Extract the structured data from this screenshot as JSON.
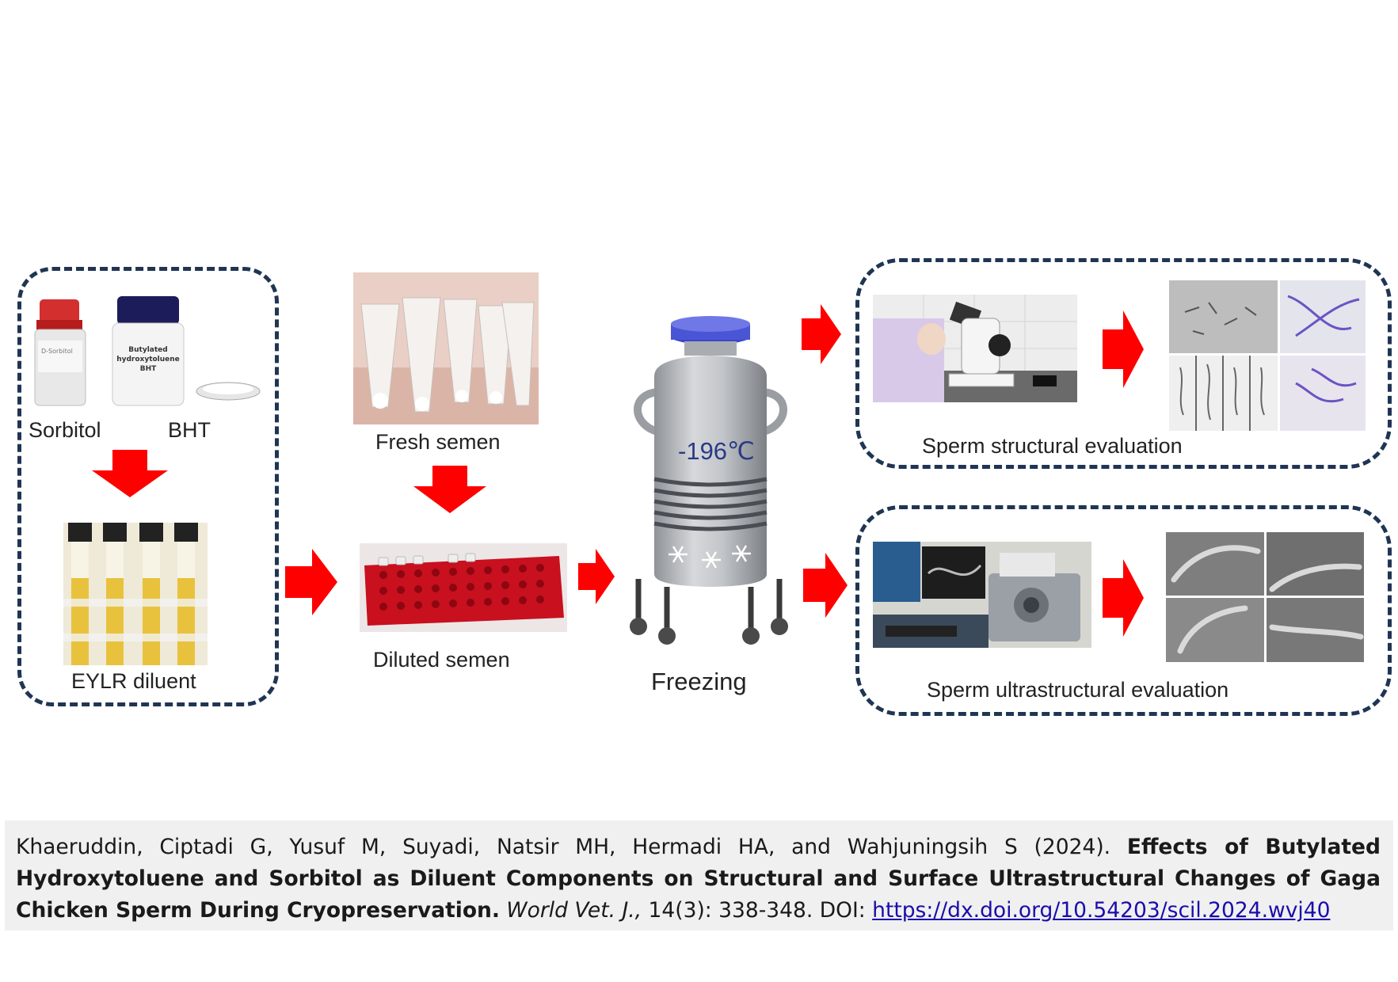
{
  "diagram": {
    "labels": {
      "sorbitol": "Sorbitol",
      "bht": "BHT",
      "eylr": "EYLR diluent",
      "fresh": "Fresh semen",
      "diluted": "Diluted semen",
      "freezing": "Freezing",
      "tank_temp": "-196℃",
      "structural": "Sperm structural evaluation",
      "ultrastructural": "Sperm ultrastructural evaluation"
    },
    "bottle_labels": {
      "sorbitol_small": "D-Sorbitol",
      "bht_line1": "Butylated",
      "bht_line2": "hydroxytoluene",
      "bht_line3": "BHT"
    }
  },
  "citation": {
    "authors": "Khaeruddin, Ciptadi G, Yusuf M, Suyadi, Natsir MH, Hermadi HA, and Wahjuningsih S (2024). ",
    "title": "Effects of Butylated Hydroxytoluene and Sorbitol as Diluent Components on Structural and Surface Ultrastructural Changes of Gaga Chicken Sperm During Cryopreservation.",
    "journal": "World Vet. J.,",
    "volume": " 14(3): 338-348. DOI: ",
    "doi": "https://dx.doi.org/10.54203/scil.2024.wvj40"
  },
  "colors": {
    "arrow": "#ff0000",
    "dash_border": "#1f3553",
    "tank_lid": "#4a55d6"
  }
}
